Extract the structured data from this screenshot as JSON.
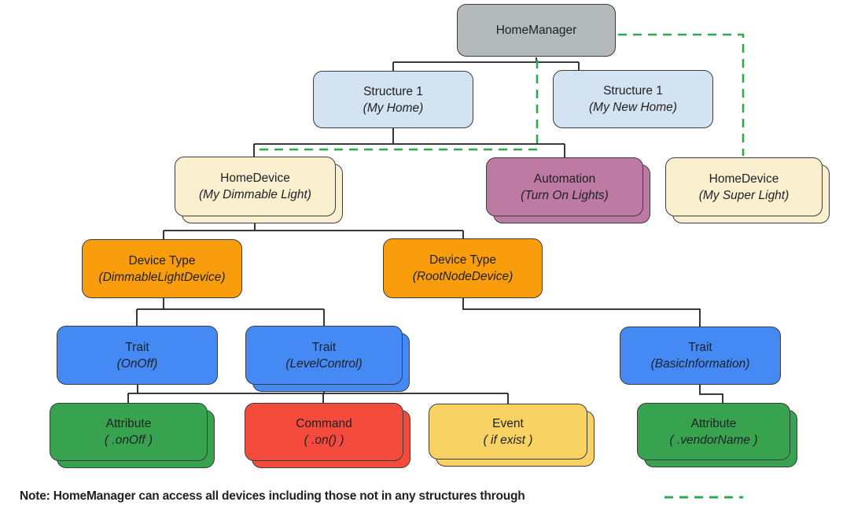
{
  "colors": {
    "gray": "#B4B9BC",
    "light_blue": "#D3E3F1",
    "cream": "#FAF0D0",
    "mauve": "#BD7AA2",
    "orange": "#F99D0D",
    "blue": "#4489F4",
    "green": "#38A34F",
    "red": "#F44B3C",
    "yellow": "#F8D262",
    "dashed_green": "#2FA84F",
    "border": "#3A3D40",
    "line": "#202124",
    "text": "#202124"
  },
  "nodes": {
    "homemanager": {
      "title": "HomeManager",
      "subtitle": ""
    },
    "structure_my_home": {
      "title": "Structure 1",
      "subtitle": "(My Home)"
    },
    "structure_my_new_home": {
      "title": "Structure 1",
      "subtitle": "(My New Home)"
    },
    "homedevice_dimmable": {
      "title": "HomeDevice",
      "subtitle": "(My Dimmable Light)"
    },
    "automation": {
      "title": "Automation",
      "subtitle": "(Turn On Lights)"
    },
    "homedevice_super": {
      "title": "HomeDevice",
      "subtitle": "(My Super Light)"
    },
    "devicetype_dimmable": {
      "title": "Device Type",
      "subtitle": "(DimmableLightDevice)"
    },
    "devicetype_rootnode": {
      "title": "Device Type",
      "subtitle": "(RootNodeDevice)"
    },
    "trait_onoff": {
      "title": "Trait",
      "subtitle": "(OnOff)"
    },
    "trait_levelcontrol": {
      "title": "Trait",
      "subtitle": "(LevelControl)"
    },
    "trait_basicinformation": {
      "title": "Trait",
      "subtitle": "(BasicInformation)"
    },
    "attribute_onoff": {
      "title": "Attribute",
      "subtitle": "( .onOff )"
    },
    "command_on": {
      "title": "Command",
      "subtitle": "( .on() )"
    },
    "event_ifexist": {
      "title": "Event",
      "subtitle": "( if exist )"
    },
    "attribute_vendorname": {
      "title": "Attribute",
      "subtitle": "( .vendorName )"
    }
  },
  "note": {
    "text": "Note: HomeManager can access all devices including those not in any structures through"
  }
}
